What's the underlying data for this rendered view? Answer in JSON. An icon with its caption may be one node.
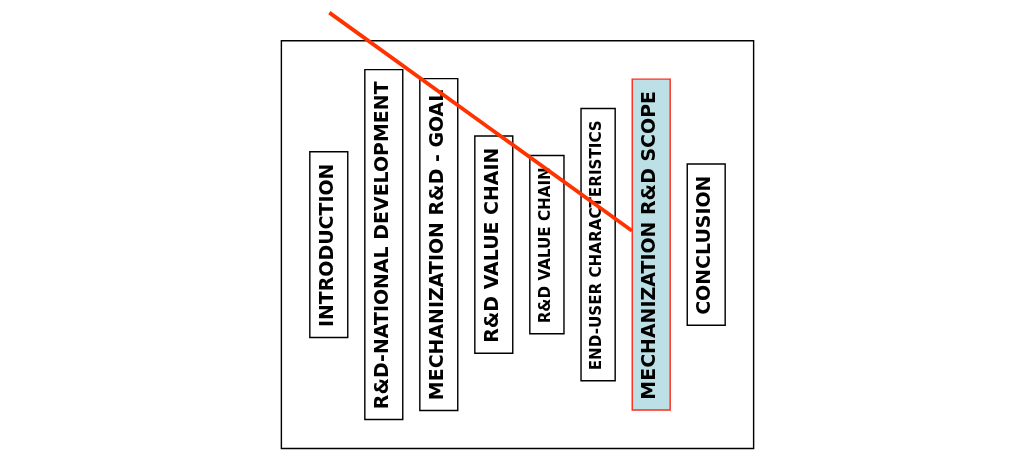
{
  "diagram": {
    "nodes": [
      {
        "text": [],
        "shape": "box"
      },
      {
        "text": [
          "INTRODUCTION"
        ],
        "in": 0
      },
      {
        "text": [
          "R&D-NATIONAL DEVELOPMENT"
        ],
        "in": 0
      },
      {
        "text": [
          "MECHANIZATION R&D - GOAL"
        ],
        "in": 0
      },
      {
        "text": [
          "R&D VALUE CHAIN"
        ],
        "in": 0
      },
      {
        "text": [
          "R&D VALUE CHAIN"
        ],
        "in": 0
      },
      {
        "text": [
          "END-USER CHARACTERISTICS"
        ],
        "in": 0
      },
      {
        "text": [
          "MECHANIZATION R&D SCOPE"
        ],
        "in": 0
      },
      {
        "text": [
          "CONCLUSION"
        ],
        "in": 0
      }
    ],
    "edges": [
      {
        "from": null,
        "to": 7,
        "arrow": "none",
        "color": "#ff3300"
      }
    ]
  }
}
